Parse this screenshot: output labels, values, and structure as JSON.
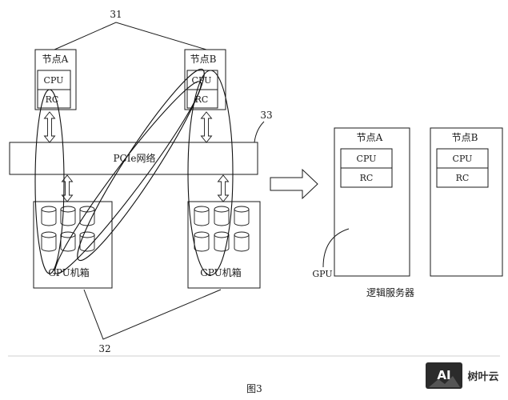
{
  "labels": {
    "ref_31": "31",
    "ref_32": "32",
    "ref_33": "33"
  },
  "physical": {
    "node_a": {
      "title": "节点A",
      "cpu": "CPU",
      "rc": "RC"
    },
    "node_b": {
      "title": "节点B",
      "cpu": "CPU",
      "rc": "RC"
    },
    "pcie": "PCIe网络",
    "gpu_box_a": "GPU机箱",
    "gpu_box_b": "GPU机箱"
  },
  "logical": {
    "node_a": {
      "title": "节点A",
      "cpu": "CPU",
      "rc": "RC"
    },
    "node_b": {
      "title": "节点B",
      "cpu": "CPU",
      "rc": "RC"
    },
    "gpu_label": "GPU",
    "caption": "逻辑服务器"
  },
  "figure_caption": "图3",
  "watermark": {
    "logo": "AI",
    "text": "树叶云"
  }
}
